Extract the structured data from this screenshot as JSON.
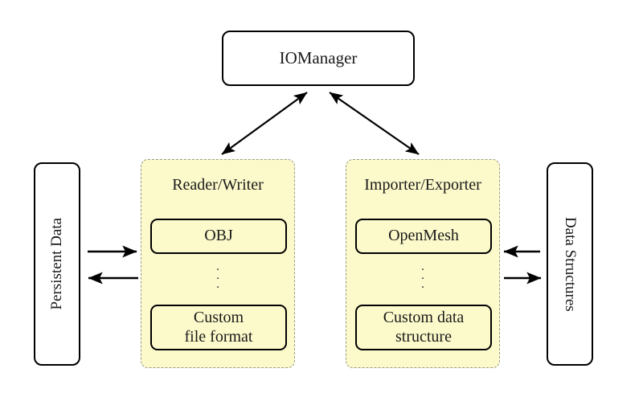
{
  "diagram": {
    "title_node": {
      "label": "IOManager"
    },
    "left_external": {
      "label": "Persistent Data"
    },
    "right_external": {
      "label": "Data Structures"
    },
    "groups": [
      {
        "name": "reader-writer",
        "title": "Reader/Writer",
        "items": [
          {
            "label": "OBJ"
          },
          {
            "label": "Custom\nfile format",
            "line1": "Custom",
            "line2": "file format"
          }
        ],
        "ellipsis": "⋮"
      },
      {
        "name": "importer-exporter",
        "title": "Importer/Exporter",
        "items": [
          {
            "label": "OpenMesh"
          },
          {
            "label": "Custom data\nstructure",
            "line1": "Custom data",
            "line2": "structure"
          }
        ],
        "ellipsis": "⋮"
      }
    ],
    "connections": [
      {
        "name": "iomanager-to-reader-writer",
        "kind": "double-arrow"
      },
      {
        "name": "iomanager-to-importer-exporter",
        "kind": "double-arrow"
      },
      {
        "name": "persistent-data-to-reader-writer",
        "kind": "arrow-right"
      },
      {
        "name": "reader-writer-to-persistent-data",
        "kind": "arrow-left"
      },
      {
        "name": "data-structures-to-importer-exporter",
        "kind": "arrow-left"
      },
      {
        "name": "importer-exporter-to-data-structures",
        "kind": "arrow-right"
      }
    ],
    "colors": {
      "group_fill": "#fcfacb",
      "group_border": "#9a9a8c",
      "node_border": "#000000",
      "background": "#ffffff"
    }
  }
}
